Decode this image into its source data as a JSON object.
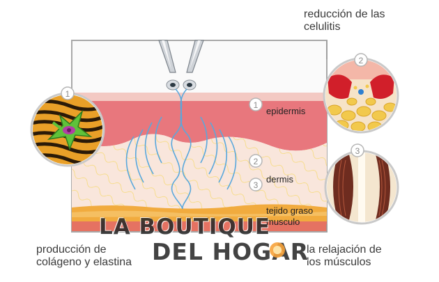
{
  "labels": {
    "top_right": [
      "reducción de las",
      "celulitis"
    ],
    "bottom_left": [
      "producción de",
      "colágeno y elastina"
    ],
    "bottom_right": [
      "la relajación de",
      "los músculos"
    ],
    "epidermis": "epidermis",
    "dermis": "dermis",
    "fat_muscle": [
      "tejido graso",
      "musculo"
    ]
  },
  "markers": {
    "one": "1",
    "two": "2",
    "three": "3"
  },
  "watermark": {
    "line1": "LA BOUTIQUE",
    "line2": "DEL HOGAR"
  },
  "colors": {
    "epidermis": "#e8787e",
    "epidermis_light": "#f2b7b2",
    "dermis": "#f8e3d9",
    "fat": "#f0a93a",
    "muscle": "#e06a55",
    "wave": "#5da9dd",
    "frame": "#9a9a9a"
  }
}
